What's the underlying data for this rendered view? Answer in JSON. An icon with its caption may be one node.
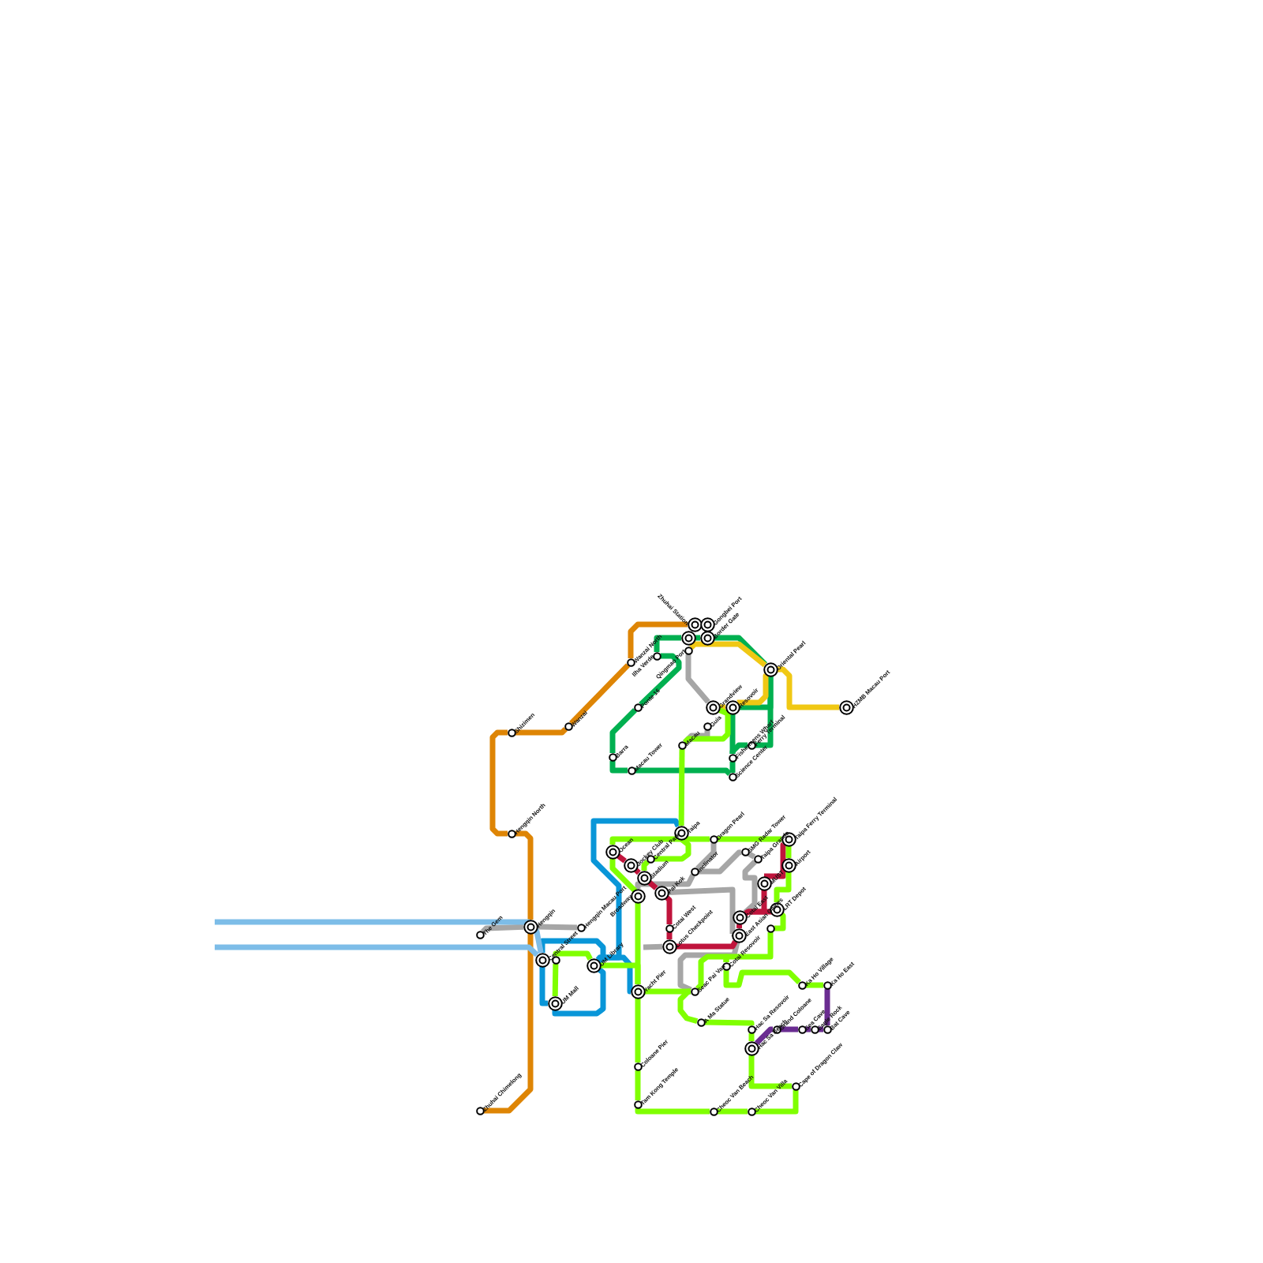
{
  "diagram": {
    "nodes": [
      {
        "text": [
          "Zhuhai Station"
        ]
      },
      {
        "text": [
          "Gongbei Port"
        ]
      },
      {
        "text": [],
        "shape": "circle"
      },
      {
        "text": [
          "Border Gate"
        ]
      },
      {
        "text": [
          "Qingmao Port"
        ]
      },
      {
        "text": [
          "Wanzai North"
        ]
      },
      {
        "text": [
          "Ilha Verde"
        ]
      },
      {
        "text": [
          "Oriental Pearl"
        ]
      },
      {
        "text": [
          "Ponte 16"
        ]
      },
      {
        "text": [
          "HZMB Macau Port"
        ]
      },
      {
        "text": [
          "Grandview"
        ]
      },
      {
        "text": [
          "Resovoir"
        ]
      },
      {
        "text": [
          "Shizimen"
        ]
      },
      {
        "text": [
          "Wanzai"
        ]
      },
      {
        "text": [
          "Guia"
        ]
      },
      {
        "text": [
          "Macau"
        ]
      },
      {
        "text": [
          "Ferry Terminal"
        ]
      },
      {
        "text": [
          "Barra"
        ]
      },
      {
        "text": [
          "Fishermens Wharf"
        ]
      },
      {
        "text": [
          "Macau Tower"
        ]
      },
      {
        "text": [
          "Science Center"
        ]
      },
      {
        "text": [
          "Hengqin North"
        ]
      },
      {
        "text": [
          "Taipa"
        ]
      },
      {
        "text": [
          "Dragon Pearl"
        ]
      },
      {
        "text": [
          "Taipa Ferry Terminal"
        ]
      },
      {
        "text": [
          "Ocean"
        ]
      },
      {
        "text": [
          "SMG Radar Tower"
        ]
      },
      {
        "text": [
          "Central Park"
        ]
      },
      {
        "text": [
          "Taipa Grande"
        ]
      },
      {
        "text": [
          "Jockey Club"
        ]
      },
      {
        "text": [
          "Airport"
        ]
      },
      {
        "text": [
          "Inclinator"
        ]
      },
      {
        "text": [
          "Stadium"
        ]
      },
      {
        "text": [
          "MUST"
        ]
      },
      {
        "text": [
          "Pai Kok"
        ]
      },
      {
        "text": [
          "Broadway"
        ]
      },
      {
        "text": [
          "LRT Depot"
        ]
      },
      {
        "text": [
          "Cotai East"
        ]
      },
      {
        "text": [
          "Hengqin"
        ]
      },
      {
        "text": [
          "Hengqin Macau Port"
        ]
      },
      {
        "text": [
          "Cotai West"
        ]
      },
      {
        "text": [],
        "shape": "circle"
      },
      {
        "text": [
          "The Gem"
        ]
      },
      {
        "text": [
          "East Asian Games"
        ]
      },
      {
        "text": [
          "Lotus Checkpoint"
        ]
      },
      {
        "text": [
          "Central Street"
        ]
      },
      {
        "text": [],
        "shape": "circle"
      },
      {
        "text": [
          "UM Library"
        ]
      },
      {
        "text": [
          "Cotai Resovoir"
        ]
      },
      {
        "text": [
          "Ka Ho Village"
        ]
      },
      {
        "text": [
          "Ka Ho East"
        ]
      },
      {
        "text": [
          "Yacht Pier"
        ]
      },
      {
        "text": [
          "Seac Pai Van"
        ]
      },
      {
        "text": [
          "UM Mall"
        ]
      },
      {
        "text": [
          "A Ma Statue"
        ]
      },
      {
        "text": [
          "Hac Sa Resovoir"
        ]
      },
      {
        "text": [
          "Grand Coloane"
        ]
      },
      {
        "text": [
          "Sea Cave"
        ]
      },
      {
        "text": [
          "Eagle Rock"
        ]
      },
      {
        "text": [
          "Bat Cave"
        ]
      },
      {
        "text": [
          "Hac Sa Beach"
        ]
      },
      {
        "text": [
          "Coloane Pier"
        ]
      },
      {
        "text": [
          "Cape of Dragon Claw"
        ]
      },
      {
        "text": [
          "Tam Kong Temple"
        ]
      },
      {
        "text": [
          "Zhuhai Chimelong"
        ]
      },
      {
        "text": [
          "Cheoc Van Beach"
        ]
      },
      {
        "text": [
          "Cheoc Van Villa"
        ]
      }
    ],
    "edges": [
      {
        "from": 0,
        "to": 5,
        "arrow": "none",
        "color": "#de8505"
      },
      {
        "from": 5,
        "to": 13,
        "arrow": "none",
        "color": "#de8505"
      },
      {
        "from": 13,
        "to": 12,
        "arrow": "none",
        "color": "#de8505"
      },
      {
        "from": 12,
        "to": 21,
        "arrow": "none",
        "color": "#de8505"
      },
      {
        "from": 21,
        "to": 38,
        "arrow": "none",
        "color": "#de8505"
      },
      {
        "from": 38,
        "to": 64,
        "arrow": "none",
        "color": "#de8505"
      },
      {
        "from": 6,
        "to": 2,
        "arrow": "none",
        "color": "#00b050"
      },
      {
        "from": 2,
        "to": 3,
        "arrow": "none",
        "color": "#00b050"
      },
      {
        "from": 3,
        "to": 7,
        "arrow": "none",
        "color": "#00b050"
      },
      {
        "from": 7,
        "to": 16,
        "arrow": "none",
        "color": "#00b050"
      },
      {
        "from": 16,
        "to": 18,
        "arrow": "none",
        "color": "#00b050"
      },
      {
        "from": 11,
        "to": 7,
        "arrow": "none",
        "color": "#00b050"
      },
      {
        "from": 11,
        "to": 18,
        "arrow": "none",
        "color": "#00b050"
      },
      {
        "from": 18,
        "to": 20,
        "arrow": "none",
        "color": "#00b050"
      },
      {
        "from": 19,
        "to": 20,
        "arrow": "none",
        "color": "#00b050"
      },
      {
        "from": 6,
        "to": 8,
        "arrow": "none",
        "color": "#00b050"
      },
      {
        "from": 8,
        "to": 17,
        "arrow": "none",
        "color": "#00b050"
      },
      {
        "from": 17,
        "to": 19,
        "arrow": "none",
        "color": "#00b050"
      },
      {
        "from": 4,
        "to": 7,
        "arrow": "none",
        "color": "#f0c814"
      },
      {
        "from": 7,
        "to": 11,
        "arrow": "none",
        "color": "#f0c814"
      },
      {
        "from": 11,
        "to": 10,
        "arrow": "none",
        "color": "#f0c814"
      },
      {
        "from": 7,
        "to": 9,
        "arrow": "none",
        "color": "#f0c814"
      },
      {
        "from": 4,
        "to": 10,
        "arrow": "none",
        "color": "#a6a6a6"
      },
      {
        "from": 15,
        "to": 14,
        "arrow": "none",
        "color": "#a6a6a6"
      },
      {
        "from": 42,
        "to": 38,
        "arrow": "none",
        "color": "#a6a6a6"
      },
      {
        "from": 38,
        "to": 39,
        "arrow": "none",
        "color": "#a6a6a6"
      },
      {
        "from": 35,
        "to": 31,
        "arrow": "none",
        "color": "#a6a6a6"
      },
      {
        "from": 31,
        "to": 23,
        "arrow": "none",
        "color": "#a6a6a6"
      },
      {
        "from": 31,
        "to": 26,
        "arrow": "none",
        "color": "#a6a6a6"
      },
      {
        "from": 26,
        "to": 28,
        "arrow": "none",
        "color": "#a6a6a6"
      },
      {
        "from": 28,
        "to": 37,
        "arrow": "none",
        "color": "#a6a6a6"
      },
      {
        "from": 34,
        "to": 43,
        "arrow": "none",
        "color": "#a6a6a6"
      },
      {
        "from": null,
        "to": 44,
        "arrow": "none",
        "color": "#a6a6a6"
      },
      {
        "from": 43,
        "to": 52,
        "arrow": "none",
        "color": "#a6a6a6"
      },
      {
        "from": 25,
        "to": 29,
        "arrow": "none",
        "color": "#c0143c"
      },
      {
        "from": 29,
        "to": 32,
        "arrow": "none",
        "color": "#c0143c"
      },
      {
        "from": 32,
        "to": 34,
        "arrow": "none",
        "color": "#c0143c"
      },
      {
        "from": 34,
        "to": 40,
        "arrow": "none",
        "color": "#c0143c"
      },
      {
        "from": 40,
        "to": 44,
        "arrow": "none",
        "color": "#c0143c"
      },
      {
        "from": 44,
        "to": 43,
        "arrow": "none",
        "color": "#c0143c"
      },
      {
        "from": 43,
        "to": 37,
        "arrow": "none",
        "color": "#c0143c"
      },
      {
        "from": 37,
        "to": 33,
        "arrow": "none",
        "color": "#c0143c"
      },
      {
        "from": 33,
        "to": 24,
        "arrow": "none",
        "color": "#c0143c"
      },
      {
        "from": 37,
        "to": 36,
        "arrow": "none",
        "color": "#c0143c"
      },
      {
        "from": 22,
        "to": 47,
        "arrow": "none",
        "color": "#0996d8"
      },
      {
        "from": 47,
        "to": 51,
        "arrow": "none",
        "color": "#0996d8"
      },
      {
        "from": 45,
        "to": 47,
        "arrow": "none",
        "color": "#0996d8"
      },
      {
        "from": 47,
        "to": 53,
        "arrow": "none",
        "color": "#0996d8"
      },
      {
        "from": 53,
        "to": 45,
        "arrow": "none",
        "color": "#0996d8"
      },
      {
        "from": 46,
        "to": 47,
        "arrow": "none",
        "color": "#80ff00"
      },
      {
        "from": 46,
        "to": 53,
        "arrow": "none",
        "color": "#80ff00"
      },
      {
        "from": 47,
        "to": 51,
        "arrow": "none",
        "color": "#80ff00"
      },
      {
        "from": 25,
        "to": 22,
        "arrow": "none",
        "color": "#80ff00"
      },
      {
        "from": 22,
        "to": 23,
        "arrow": "none",
        "color": "#80ff00"
      },
      {
        "from": 23,
        "to": 24,
        "arrow": "none",
        "color": "#80ff00"
      },
      {
        "from": 22,
        "to": 15,
        "arrow": "none",
        "color": "#80ff00"
      },
      {
        "from": 15,
        "to": 10,
        "arrow": "none",
        "color": "#80ff00"
      },
      {
        "from": 22,
        "to": 27,
        "arrow": "none",
        "color": "#80ff00"
      },
      {
        "from": 27,
        "to": 32,
        "arrow": "none",
        "color": "#80ff00"
      },
      {
        "from": 25,
        "to": 35,
        "arrow": "none",
        "color": "#80ff00"
      },
      {
        "from": 35,
        "to": 51,
        "arrow": "none",
        "color": "#80ff00"
      },
      {
        "from": 51,
        "to": 61,
        "arrow": "none",
        "color": "#80ff00"
      },
      {
        "from": 61,
        "to": 63,
        "arrow": "none",
        "color": "#80ff00"
      },
      {
        "from": 63,
        "to": 65,
        "arrow": "none",
        "color": "#80ff00"
      },
      {
        "from": 65,
        "to": 66,
        "arrow": "none",
        "color": "#80ff00"
      },
      {
        "from": 66,
        "to": 62,
        "arrow": "none",
        "color": "#80ff00"
      },
      {
        "from": 62,
        "to": 60,
        "arrow": "none",
        "color": "#80ff00"
      },
      {
        "from": 60,
        "to": 55,
        "arrow": "none",
        "color": "#80ff00"
      },
      {
        "from": 55,
        "to": 54,
        "arrow": "none",
        "color": "#80ff00"
      },
      {
        "from": 54,
        "to": 52,
        "arrow": "none",
        "color": "#80ff00"
      },
      {
        "from": 51,
        "to": 52,
        "arrow": "none",
        "color": "#80ff00"
      },
      {
        "from": 52,
        "to": 48,
        "arrow": "none",
        "color": "#80ff00"
      },
      {
        "from": 48,
        "to": 41,
        "arrow": "none",
        "color": "#80ff00"
      },
      {
        "from": 48,
        "to": 49,
        "arrow": "none",
        "color": "#80ff00"
      },
      {
        "from": 49,
        "to": 50,
        "arrow": "none",
        "color": "#80ff00"
      },
      {
        "from": 24,
        "to": 30,
        "arrow": "none",
        "color": "#80ff00"
      },
      {
        "from": 30,
        "to": 36,
        "arrow": "none",
        "color": "#80ff00"
      },
      {
        "from": 36,
        "to": 41,
        "arrow": "none",
        "color": "#80ff00"
      },
      {
        "from": 60,
        "to": 56,
        "arrow": "none",
        "color": "#6a2c91"
      },
      {
        "from": 56,
        "to": 57,
        "arrow": "none",
        "color": "#6a2c91"
      },
      {
        "from": 57,
        "to": 58,
        "arrow": "none",
        "color": "#6a2c91"
      },
      {
        "from": 58,
        "to": 59,
        "arrow": "none",
        "color": "#6a2c91"
      },
      {
        "from": 59,
        "to": 50,
        "arrow": "none",
        "color": "#6a2c91"
      },
      {
        "from": null,
        "to": 45,
        "arrow": "none",
        "color": "#7dbde8"
      },
      {
        "from": null,
        "to": 45,
        "arrow": "none",
        "color": "#7dbde8"
      }
    ]
  }
}
